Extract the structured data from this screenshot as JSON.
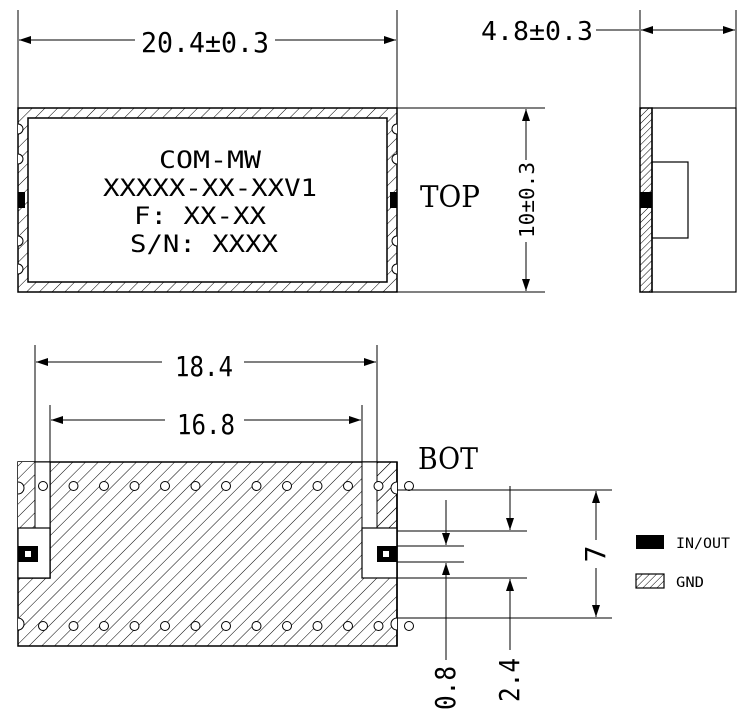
{
  "top_view": {
    "width_dim": "20.4±0.3",
    "height_dim": "10±0.3",
    "view_label": "TOP",
    "label_line1": "COM-MW",
    "label_line2": "XXXXX-XX-XXV1",
    "label_line3": "F: XX-XX",
    "label_line4": "S/N: XXXX"
  },
  "side_view": {
    "thickness_dim": "4.8±0.3"
  },
  "bottom_view": {
    "view_label": "BOT",
    "outer_dim": "18.4",
    "inner_dim": "16.8",
    "pad_height_dim": "0.8",
    "pad_offset_dim": "2.4",
    "pitch_dim": "7"
  },
  "legend": {
    "items": [
      {
        "label": "IN/OUT",
        "style": "solid"
      },
      {
        "label": "GND",
        "style": "hatched"
      }
    ]
  }
}
